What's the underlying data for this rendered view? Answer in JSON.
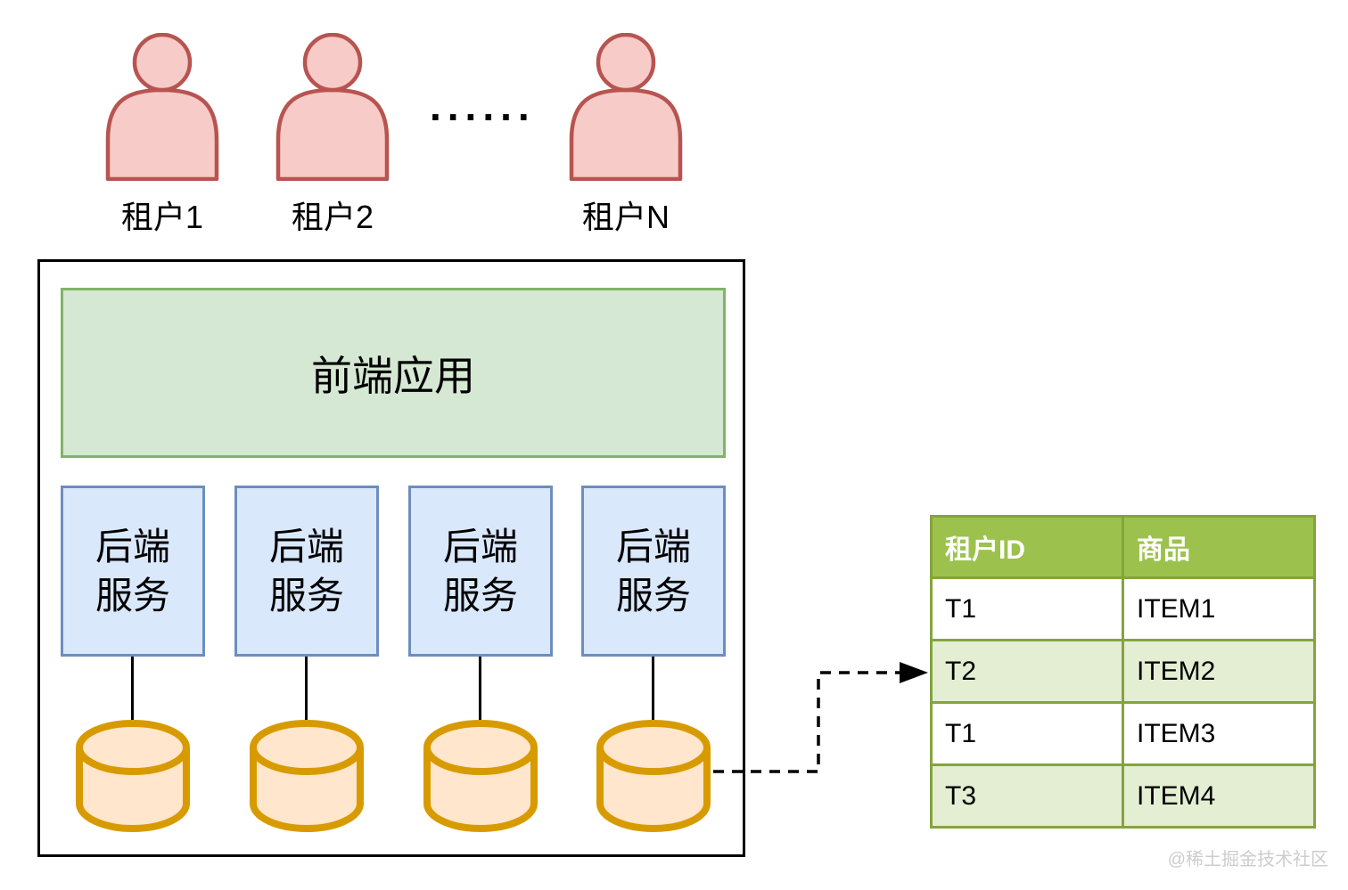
{
  "tenants": [
    {
      "label": "租户1"
    },
    {
      "label": "租户2"
    },
    {
      "label": "租户N"
    }
  ],
  "ellipsis": "......",
  "frontend": {
    "label": "前端应用"
  },
  "backend_services": [
    {
      "lines": [
        "后端",
        "服务"
      ]
    },
    {
      "lines": [
        "后端",
        "服务"
      ]
    },
    {
      "lines": [
        "后端",
        "服务"
      ]
    },
    {
      "lines": [
        "后端",
        "服务"
      ]
    }
  ],
  "databases_count": 4,
  "icons": {
    "tenant": "person-icon",
    "storage": "database-cylinder-icon",
    "link": "dashed-arrow-icon"
  },
  "table": {
    "headers": [
      "租户ID",
      "商品"
    ],
    "rows": [
      [
        "T1",
        "ITEM1"
      ],
      [
        "T2",
        "ITEM2"
      ],
      [
        "T1",
        "ITEM3"
      ],
      [
        "T3",
        "ITEM4"
      ]
    ]
  },
  "watermark": "@稀土掘金技术社区",
  "colors": {
    "person_fill": "#F6CBC8",
    "person_stroke": "#B85450",
    "frontend_fill": "#D5E8D4",
    "frontend_stroke": "#82B366",
    "backend_fill": "#DAE8FC",
    "backend_stroke": "#6C8EBF",
    "db_fill": "#FFE6CC",
    "db_stroke": "#D79B00",
    "table_header_bg": "#9CC24D",
    "table_border": "#84A43D",
    "table_alt_row_bg": "#E4EED3",
    "outer_box_border": "#000000"
  }
}
